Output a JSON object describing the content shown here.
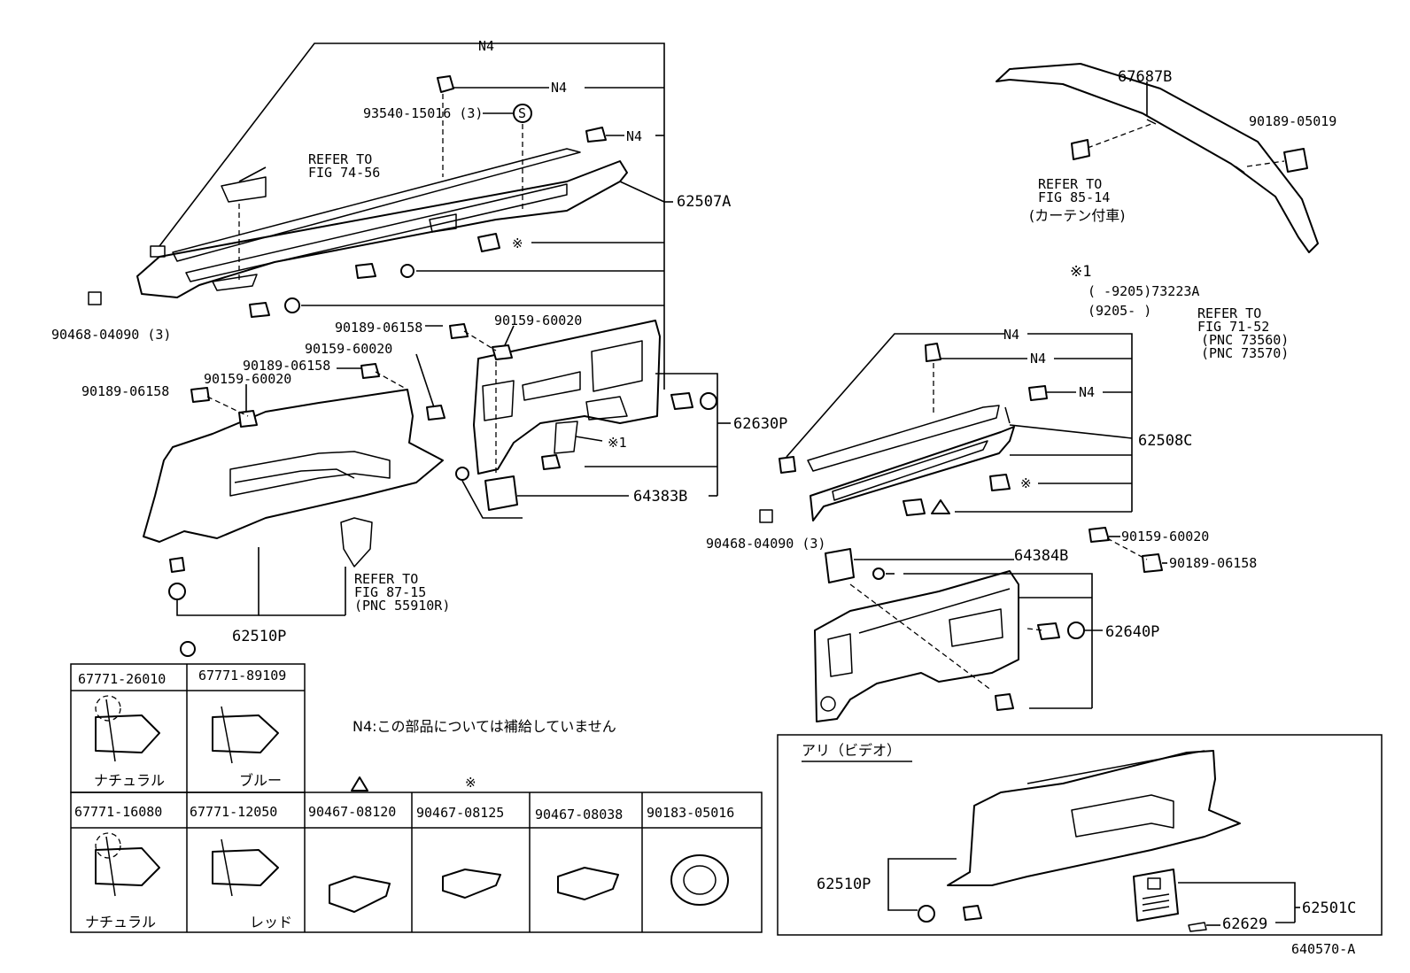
{
  "callouts": {
    "n4_top": "N4",
    "n4_b": "N4",
    "n4_c": "N4",
    "screw_93540": "93540-15016 (3)",
    "refer_fig74_l1": "REFER TO",
    "refer_fig74_l2": "FIG 74-56",
    "p62507A": "62507A",
    "p90468_left": "90468-04090 (3)",
    "p90189_a": "90189-06158",
    "p90159_a": "90159-60020",
    "p90159_b": "90159-60020",
    "p90189_b": "90189-06158",
    "p90189_c": "90189-06158",
    "p90159_c": "90159-60020",
    "p62630P": "62630P",
    "note_1_a": "※1",
    "p64383B": "64383B",
    "refer_fig87_l1": "REFER TO",
    "refer_fig87_l2": "FIG 87-15",
    "refer_fig87_l3": "(PNC 55910R)",
    "p62510P": "62510P",
    "p67687B": "67687B",
    "p90189_05019": "90189-05019",
    "refer_fig85_l1": "REFER TO",
    "refer_fig85_l2": "FIG 85-14",
    "refer_fig85_l3": "(カーテン付車)",
    "note_1_b": "※1",
    "range_l1": "(     -9205)73223A",
    "range_l2": "(9205-     )",
    "refer_fig71_l1": "REFER TO",
    "refer_fig71_l2": "FIG 71-52",
    "refer_fig71_l3": "(PNC 73560)",
    "refer_fig71_l4": "(PNC 73570)",
    "n4_r1": "N4",
    "n4_r2": "N4",
    "n4_r3": "N4",
    "p62508C": "62508C",
    "p90468_right": "90468-04090 (3)",
    "p64384B": "64384B",
    "p90159_r": "90159-60020",
    "p90189_r": "90189-06158",
    "p62640P": "62640P",
    "note_n4": "N4:この部品については補給していません",
    "video_title": "アリ（ビデオ）",
    "video_62510P": "62510P",
    "video_62629": "62629",
    "video_62501C": "62501C",
    "fig_code": "640570-A"
  },
  "legend": {
    "clip1_part": "67771-26010",
    "clip1_color": "ナチュラル",
    "clip2_part": "67771-89109",
    "clip2_color": "ブルー",
    "clip3_part": "67771-16080",
    "clip3_color": "ナチュラル",
    "clip4_part": "67771-12050",
    "clip4_color": "レッド",
    "screw1_part": "90467-08120",
    "screw2_part": "90467-08125",
    "screw3_part": "90467-08038",
    "grommet_part": "90183-05016"
  },
  "symbols": {
    "screw_s": "S",
    "asterisk": "※"
  }
}
